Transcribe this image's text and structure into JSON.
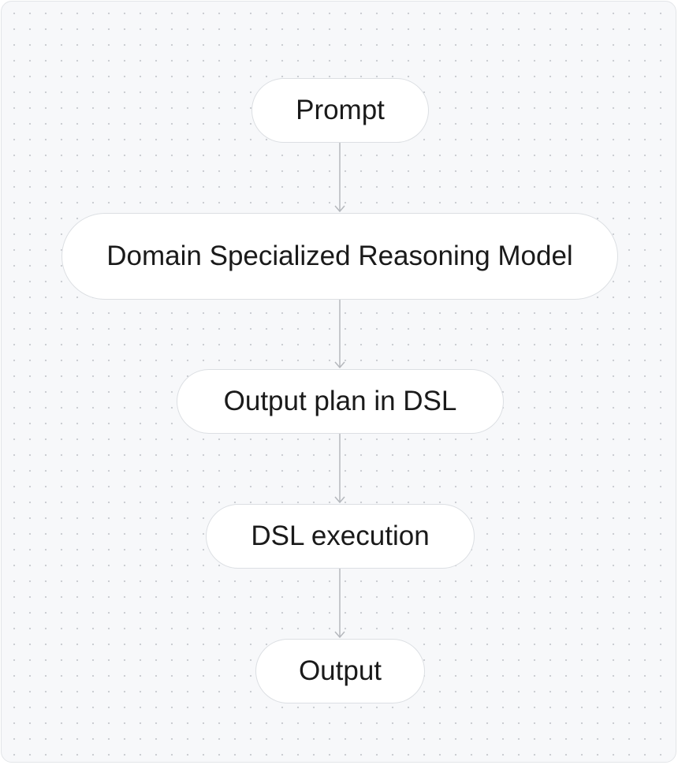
{
  "diagram": {
    "nodes": [
      {
        "id": "n1",
        "label": "Prompt"
      },
      {
        "id": "n2",
        "label": "Domain Specialized Reasoning Model"
      },
      {
        "id": "n3",
        "label": "Output plan in DSL"
      },
      {
        "id": "n4",
        "label": "DSL execution"
      },
      {
        "id": "n5",
        "label": "Output"
      }
    ],
    "edges": [
      {
        "from": "n1",
        "to": "n2"
      },
      {
        "from": "n2",
        "to": "n3"
      },
      {
        "from": "n3",
        "to": "n4"
      },
      {
        "from": "n4",
        "to": "n5"
      }
    ],
    "colors": {
      "background": "#f7f8fa",
      "node_fill": "#ffffff",
      "node_border": "#dcdfe3",
      "edge": "#b5b8bd",
      "text": "#1a1a1a"
    }
  }
}
